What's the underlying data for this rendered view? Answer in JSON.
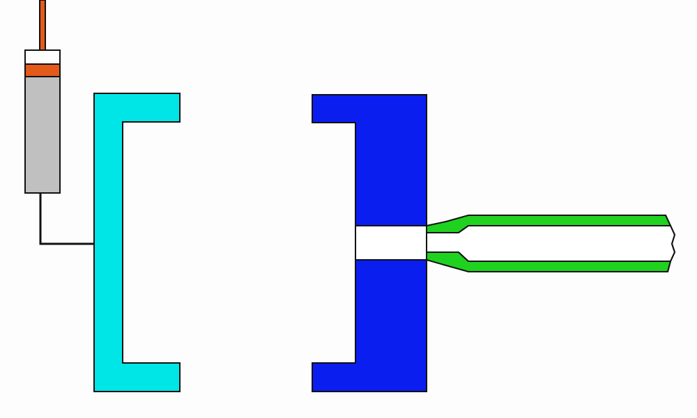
{
  "colors": {
    "background": "#fdfdfd",
    "outline": "#111111",
    "syringe_plunger": "#e35a1a",
    "syringe_barrel": "#c0c0c0",
    "left_mold_half": "#00e6e6",
    "right_mold_half": "#0a1ef0",
    "sprue_channel": "#ffffff",
    "nozzle": "#1fd21f",
    "nozzle_bore": "#ffffff"
  },
  "components": {
    "left_part": "syringe-with-cable",
    "left_mold": "cyan-mold-half",
    "right_mold": "blue-mold-half",
    "injector": "green-nozzle-barrel"
  }
}
